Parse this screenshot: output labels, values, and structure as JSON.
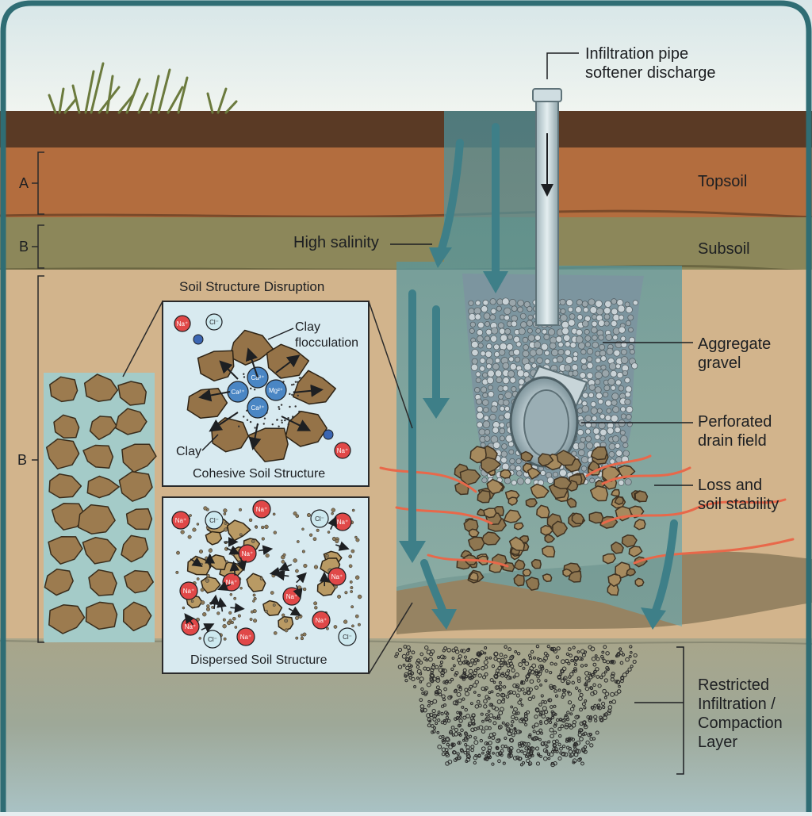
{
  "labels": {
    "pipe_line1": "Infiltration pipe",
    "pipe_line2": "softener discharge",
    "topsoil": "Topsoil",
    "subsoil": "Subsoil",
    "high_salinity": "High salinity",
    "aggregate_line1": "Aggregate",
    "aggregate_line2": "gravel",
    "drain_line1": "Perforated",
    "drain_line2": "drain field",
    "loss_line1": "Loss and",
    "loss_line2": "soil stability",
    "restricted_line1": "Restricted",
    "restricted_line2": "Infiltration /",
    "restricted_line3": "Compaction",
    "restricted_line4": "Layer",
    "disruption_title": "Soil Structure Disruption"
  },
  "horizons": {
    "a": "A",
    "b_upper": "B",
    "b_lower": "B"
  },
  "cohesive_panel": {
    "caption": "Cohesive Soil Structure",
    "clay_flocculation_line1": "Clay",
    "clay_flocculation_line2": "flocculation",
    "clay": "Clay",
    "ions": [
      "Na⁺",
      "Cl⁻",
      "Ca²⁺",
      "Ca²⁺",
      "Mg²⁺",
      "Ca²⁺",
      "Na⁺"
    ]
  },
  "dispersed_panel": {
    "caption": "Dispersed Soil Structure",
    "ions": [
      "Na⁺",
      "Cl⁻",
      "Na⁺",
      "Cl⁻",
      "Na⁺",
      "Na⁺",
      "Na⁺",
      "Na⁺",
      "Na⁺",
      "Na⁺",
      "Na⁺",
      "Na⁺",
      "Cl⁻",
      "Na⁺",
      "Cl⁻"
    ]
  },
  "colors": {
    "sky": "#e4eef0",
    "grass_band": "#5a3a25",
    "topsoil": "#b36d3e",
    "subsoil": "#8c875a",
    "deep_soil": "#d2b48c",
    "bottom": "#9aa79c",
    "plume": "#5f9aa2",
    "sodium_ion": "#e04848",
    "chloride_ion": "#cde9ef",
    "calcium_ion": "#4a86c4",
    "stress_line": "#e8684a",
    "frame": "#2f6d74"
  }
}
